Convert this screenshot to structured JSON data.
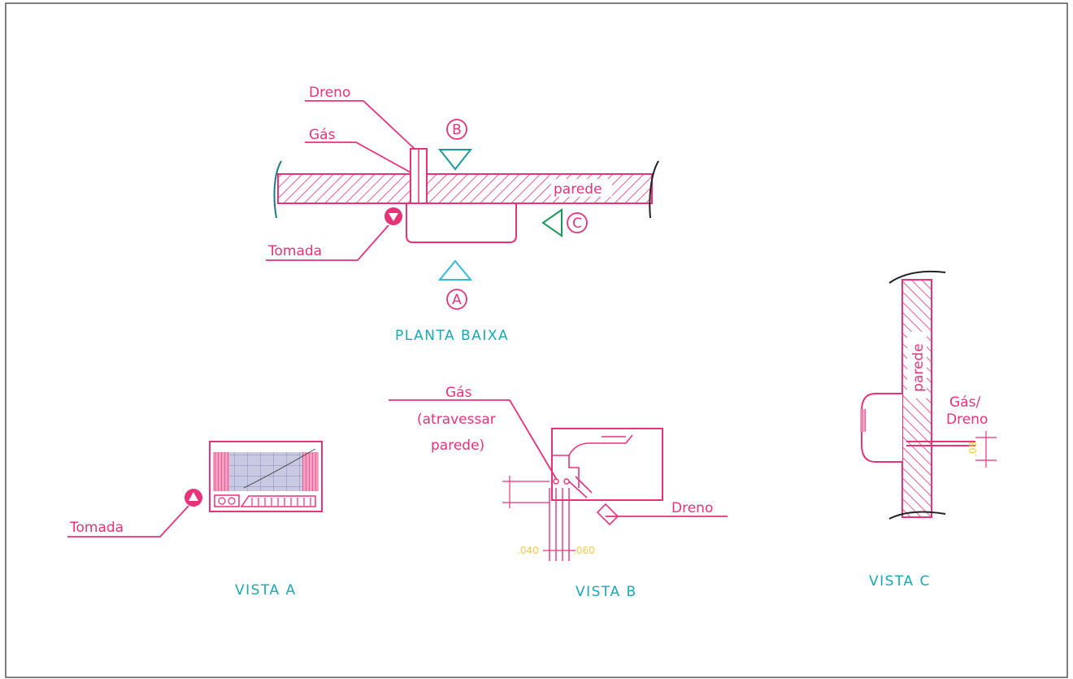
{
  "plan": {
    "title": "PLANTA BAIXA",
    "labels": {
      "dreno": "Dreno",
      "gas": "Gás",
      "tomada": "Tomada",
      "parede": "parede"
    },
    "markers": {
      "a": "A",
      "b": "B",
      "c": "C"
    }
  },
  "vista_a": {
    "title": "VISTA A",
    "tomada": "Tomada"
  },
  "vista_b": {
    "title": "VISTA B",
    "gas_line1": "Gás",
    "gas_line2": "(atravessar",
    "gas_line3": "parede)",
    "dreno": "Dreno",
    "dim_left": ".040",
    "dim_right": ".060"
  },
  "vista_c": {
    "title": "VISTA C",
    "parede": "parede",
    "gas_line1": "Gás/",
    "gas_line2": "Dreno",
    "dim": ".08"
  },
  "colors": {
    "linework": "#e8327a",
    "titles": "#1aa8b4",
    "marker_a": "#3bb8e0",
    "marker_b": "#1a9a9a",
    "marker_c": "#1a9a5a",
    "dimensions": "#f2c94c",
    "grille": "#a0a0c8"
  }
}
